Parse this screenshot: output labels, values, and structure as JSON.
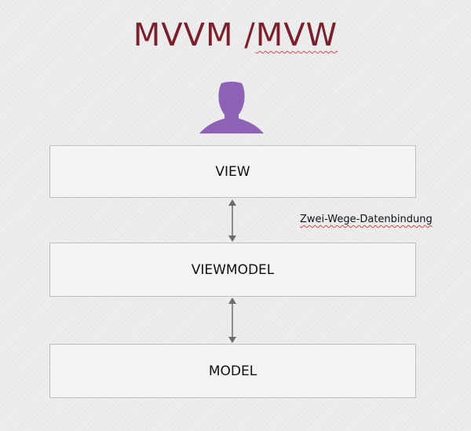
{
  "title": {
    "part1": "MVVM / ",
    "part2": "MVW"
  },
  "diagram": {
    "user_icon": "person-silhouette-icon",
    "layers": [
      {
        "label": "VIEW"
      },
      {
        "label": "VIEWMODEL"
      },
      {
        "label": "MODEL"
      }
    ],
    "binding_label": "Zwei-Wege-Datenbindung"
  },
  "colors": {
    "title": "#7a1f2b",
    "user_icon": "#8e62b4",
    "arrow": "#6b6b6b",
    "box_border": "#bdbdbd",
    "box_fill": "#f4f4f4",
    "spellcheck": "#d64545"
  }
}
